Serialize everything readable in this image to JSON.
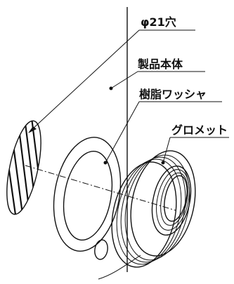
{
  "labels": {
    "hole": "φ21穴",
    "body": "製品本体",
    "washer": "樹脂ワッシャ",
    "grommet": "グロメット"
  }
}
